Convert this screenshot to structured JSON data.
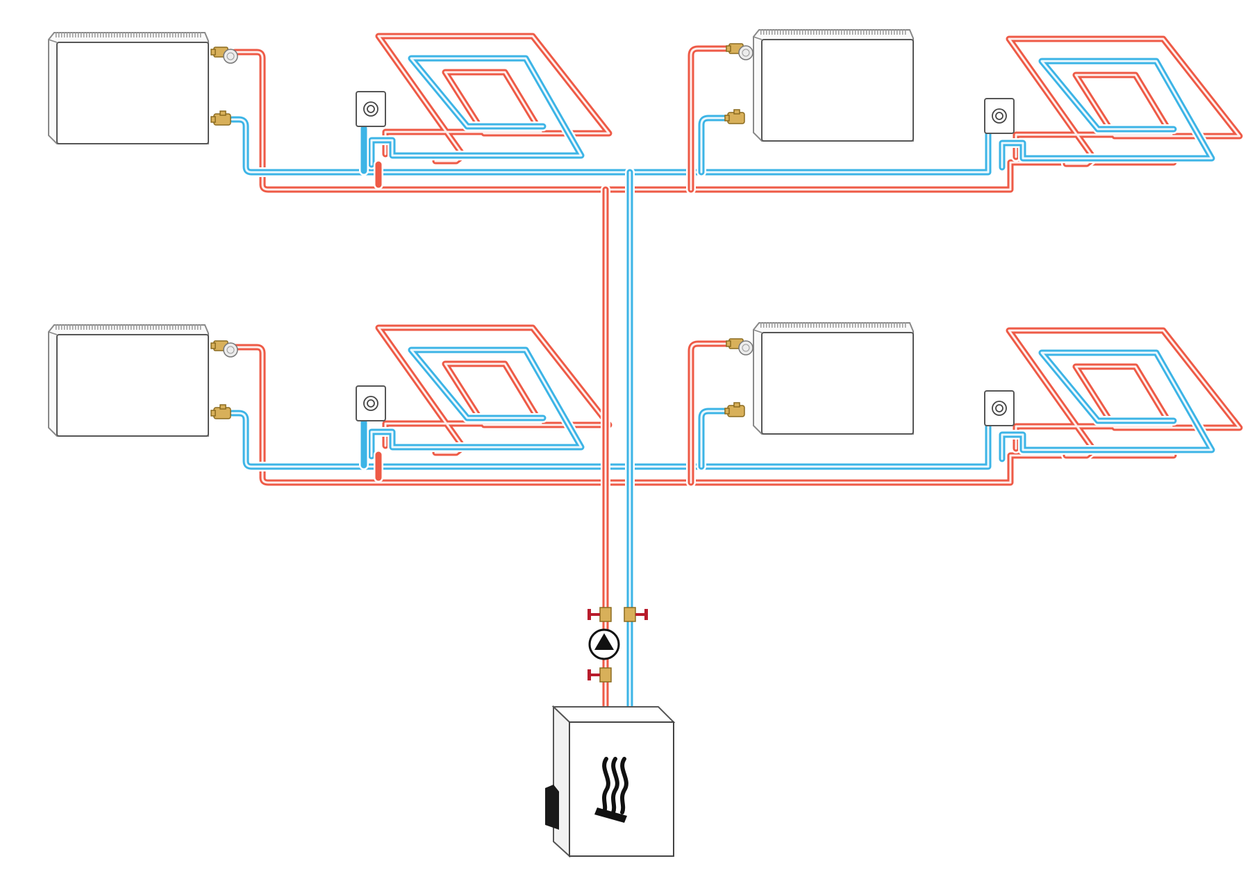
{
  "colors": {
    "background": "#ffffff",
    "supply_pipe": "#ee5a46",
    "return_pipe": "#3cb4e6",
    "valve_brass": "#d8b05a",
    "shutoff_valve": "#b81c2c",
    "equipment_outline": "#555555"
  },
  "components": {
    "floors": 2,
    "radiators_per_floor": 2,
    "underfloor_loops_per_floor": 2,
    "room_thermostats_per_floor": 2,
    "circulation_pump": 1,
    "boiler": 1
  },
  "icons": {
    "radiator": "radiator-icon",
    "underfloor_loop": "underfloor-heating-loop-icon",
    "thermostat": "room-thermostat-icon",
    "pump": "circulation-pump-icon",
    "boiler": "boiler-icon",
    "heat_symbol": "heat-waves-icon",
    "shutoff_valve": "shutoff-valve-icon"
  }
}
